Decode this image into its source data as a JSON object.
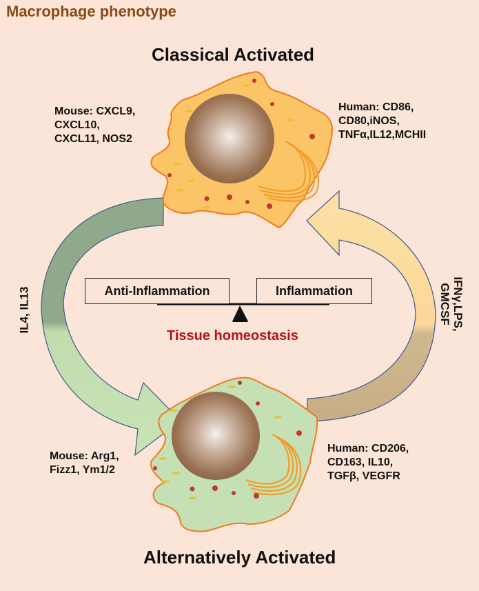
{
  "title": "Macrophage phenotype",
  "classical": {
    "heading": "Classical Activated",
    "mouse_markers": [
      "Mouse: CXCL9,",
      "CXCL10,",
      "CXCL11, NOS2"
    ],
    "human_markers": [
      "Human: CD86,",
      "CD80,iNOS,",
      "TNFα,IL12,MCHII"
    ],
    "cell_color": "#fbc467"
  },
  "alternative": {
    "heading": "Alternatively Activated",
    "mouse_markers": [
      "Mouse: Arg1,",
      "Fizz1, Ym1/2"
    ],
    "human_markers": [
      "Human: CD206,",
      "CD163, IL10,",
      "TGFβ, VEGFR"
    ],
    "cell_color": "#c5e0b4"
  },
  "arrows": {
    "left_label": "IL4, IL13",
    "right_label_lines": [
      "IFNγ,LPS,",
      "GMCSF"
    ]
  },
  "balance": {
    "left": "Anti-Inflammation",
    "right": "Inflammation",
    "caption": "Tissue homeostasis"
  },
  "colors": {
    "background": "#fbe5d8",
    "title": "#8b4a14",
    "homeostasis": "#b5121b",
    "arrow_outline": "#4a6190"
  }
}
